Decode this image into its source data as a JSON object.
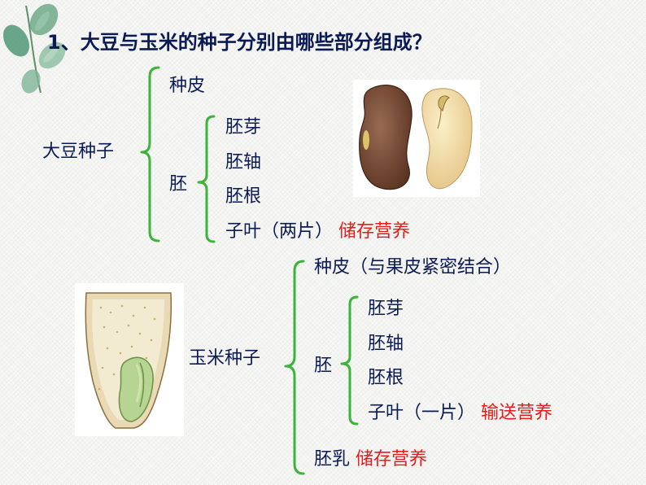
{
  "title": "1、大豆与玉米的种子分别由哪些部分组成？",
  "soybean": {
    "label": "大豆种子",
    "seed_coat": "种皮",
    "embryo": "胚",
    "plumule": "胚芽",
    "hypocotyl": "胚轴",
    "radicle": "胚根",
    "cotyledon": "子叶（两片）",
    "cotyledon_note": "储存营养"
  },
  "corn": {
    "label": "玉米种子",
    "seed_coat": "种皮（与果皮紧密结合）",
    "embryo": "胚",
    "plumule": "胚芽",
    "hypocotyl": "胚轴",
    "radicle": "胚根",
    "cotyledon": "子叶（一片）",
    "cotyledon_note": "输送营养",
    "endosperm": "胚乳",
    "endosperm_note": "储存营养"
  },
  "colors": {
    "text": "#0b1a55",
    "highlight": "#e81a1a",
    "brace": "#3cb33a"
  },
  "icons": [
    "leaf-sprig-icon",
    "soybean-seed-image",
    "corn-seed-image"
  ]
}
